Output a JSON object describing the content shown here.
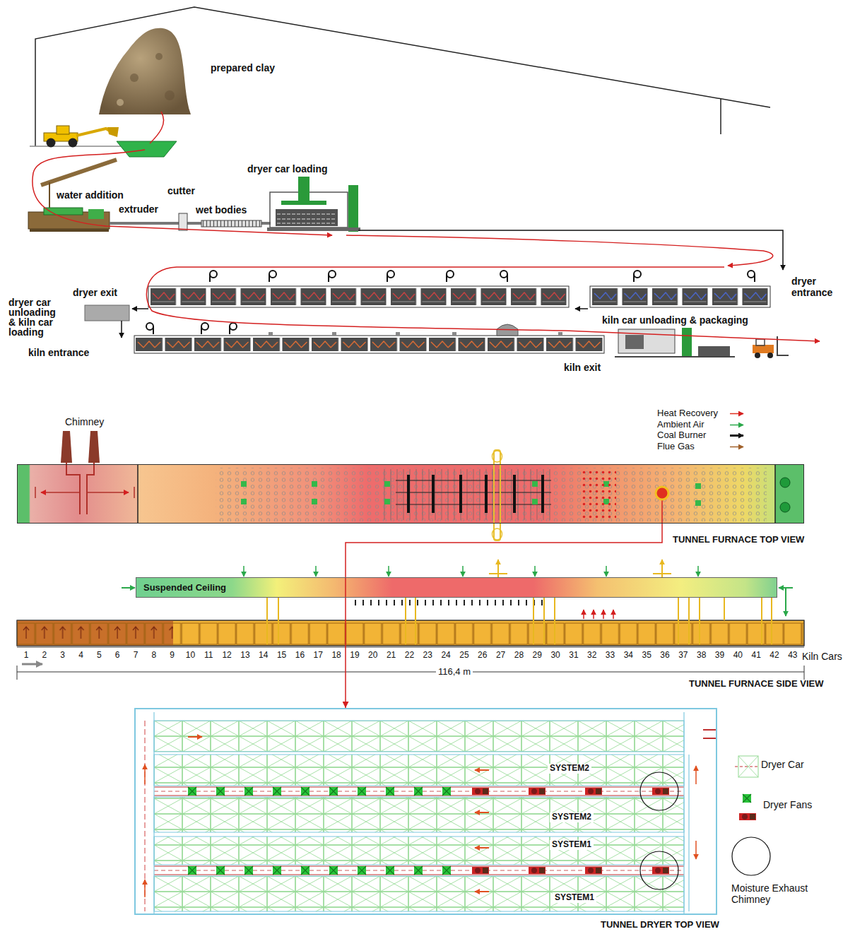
{
  "diagram": {
    "nodes": [
      {
        "text": [
          "TUNNEL FURNACE TOP VIEW"
        ]
      },
      {
        "text": [
          "Suspended Ceiling"
        ]
      },
      {
        "text": [
          "TUNNEL DRYER TOP VIEW"
        ]
      }
    ],
    "edges": [
      {
        "from": 0,
        "to": 2,
        "arrow": "to"
      }
    ],
    "labels": [
      "prepared clay",
      "water addition",
      "cutter",
      "extruder",
      "wet bodies",
      "dryer car loading",
      "dryer entrance",
      "dryer exit",
      "dryer car unloading & kiln car loading",
      "kiln car unloading & packaging",
      "kiln entrance",
      "kiln exit",
      "Chimney",
      "1",
      "2",
      "3",
      "4",
      "5",
      "6",
      "7",
      "8",
      "9",
      "10",
      "11",
      "12",
      "13",
      "14",
      "15",
      "16",
      "17",
      "18",
      "19",
      "20",
      "21",
      "22",
      "23",
      "24",
      "25",
      "26",
      "27",
      "28",
      "29",
      "30",
      "31",
      "32",
      "33",
      "34",
      "35",
      "36",
      "37",
      "38",
      "39",
      "40",
      "41",
      "42",
      "43",
      "Kiln Cars",
      "116,4 m",
      "TUNNEL FURNACE SIDE VIEW",
      "SYSTEM2",
      "SYSTEM2",
      "SYSTEM1",
      "SYSTEM1"
    ],
    "legend": [
      {
        "text": "Heat Recovery"
      },
      {
        "text": "Ambient Air"
      },
      {
        "text": "Coal Burner"
      },
      {
        "text": "Flue Gas"
      },
      {
        "text": "Dryer Car"
      },
      {
        "text": "Dryer Fans"
      },
      {
        "text": "Moisture Exhaust Chimney"
      }
    ]
  }
}
